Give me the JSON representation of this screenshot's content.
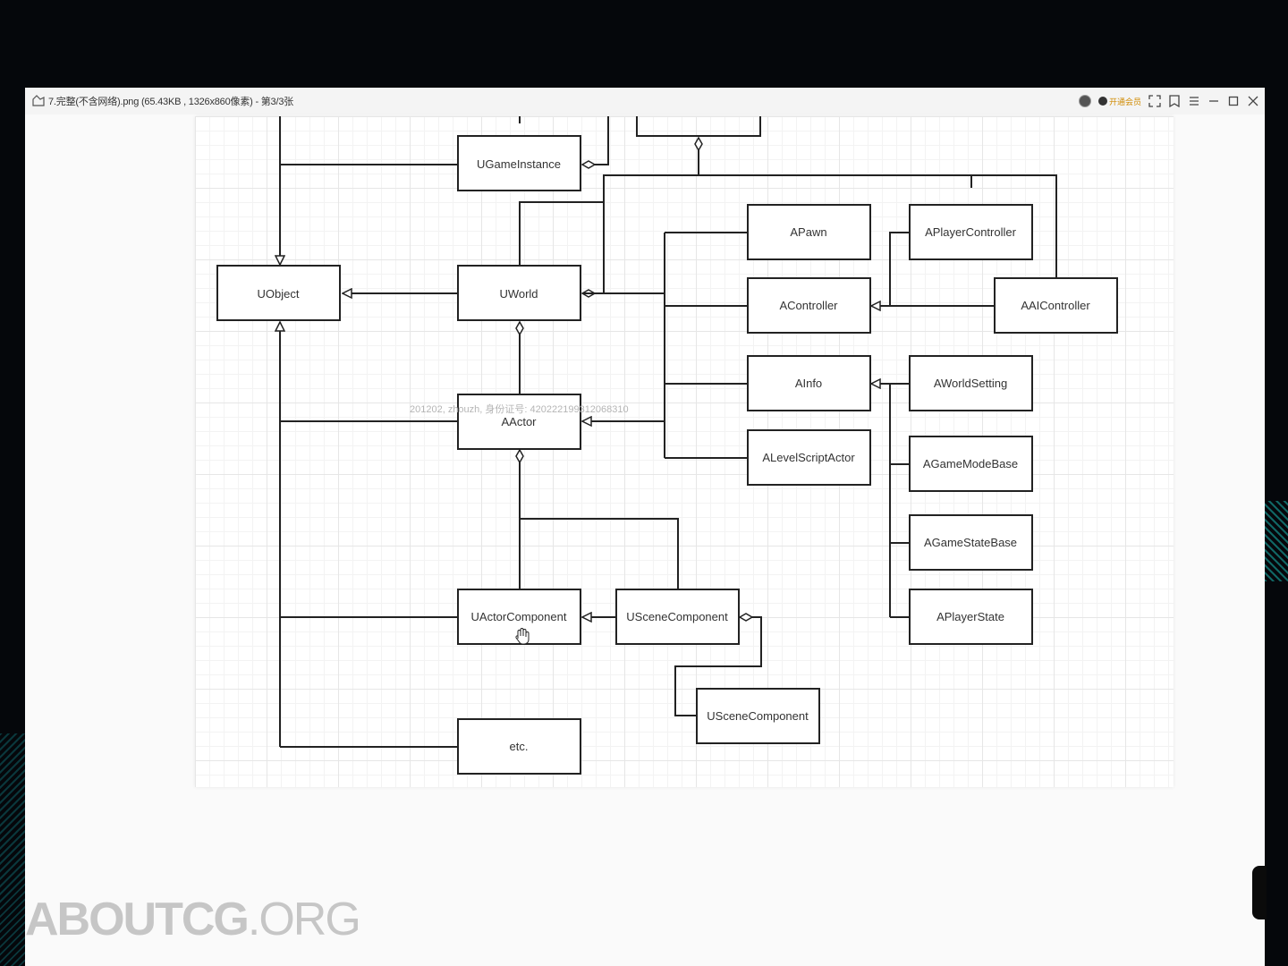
{
  "window": {
    "title": "7.完整(不含网络).png (65.43KB , 1326x860像素) - 第3/3张",
    "vip_label": "开通会员"
  },
  "diagram": {
    "nodes": {
      "ugameinstance": "UGameInstance",
      "uobject": "UObject",
      "uworld": "UWorld",
      "aactor": "AActor",
      "uactorcomponent": "UActorComponent",
      "uscenecomponent": "USceneComponent",
      "uscenecomponent2": "USceneComponent",
      "etc": "etc.",
      "apawn": "APawn",
      "aplayercontroller": "APlayerController",
      "acontroller": "AController",
      "aaicontroller": "AAIController",
      "ainfo": "AInfo",
      "aworldsetting": "AWorldSetting",
      "alevelscriptactor": "ALevelScriptActor",
      "agamemodebase": "AGameModeBase",
      "agamestatebase": "AGameStateBase",
      "aplayerstate": "APlayerState"
    }
  },
  "watermark": {
    "text": "201202, zhouzh, 身份证号: 420222199312068310",
    "brand": "ABOUTCG",
    "brand_suffix": ".ORG"
  },
  "icons": {
    "app": "image-viewer-icon",
    "fullscreen": "fullscreen-icon",
    "bookmark": "bookmark-icon",
    "menu": "menu-icon",
    "minimize": "minimize-icon",
    "maximize": "maximize-icon",
    "close": "close-icon"
  }
}
